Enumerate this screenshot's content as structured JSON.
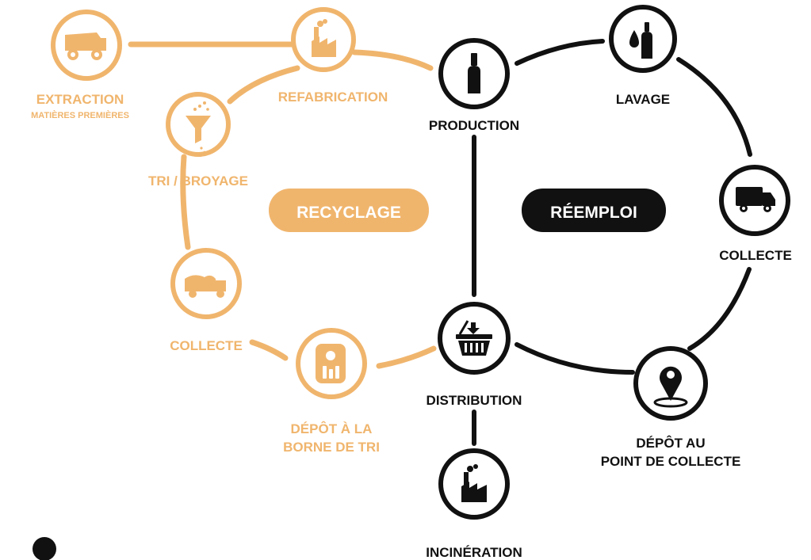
{
  "colors": {
    "recycling": "#f0b56d",
    "reuse": "#111111",
    "background": "#ffffff"
  },
  "pills": {
    "recycling": "RECYCLAGE",
    "reuse": "RÉEMPLOI"
  },
  "nodes": {
    "extraction": {
      "label": "EXTRACTION",
      "sublabel": "MATIÈRES PREMIÈRES",
      "icon": "dump-truck-icon"
    },
    "refabrication": {
      "label": "REFABRICATION",
      "icon": "factory-icon"
    },
    "tri_broyage": {
      "label": "TRI / BROYAGE",
      "icon": "funnel-icon"
    },
    "collecte_recycling": {
      "label": "COLLECTE",
      "icon": "tipper-truck-icon"
    },
    "depot_borne": {
      "line1": "DÉPÔT À LA",
      "line2": "BORNE DE TRI",
      "icon": "bottle-bank-icon"
    },
    "production": {
      "label": "PRODUCTION",
      "icon": "bottle-icon"
    },
    "lavage": {
      "label": "LAVAGE",
      "icon": "water-drop-bottle-icon"
    },
    "collecte_reuse": {
      "label": "COLLECTE",
      "icon": "delivery-truck-icon"
    },
    "depot_point": {
      "line1": "DÉPÔT AU",
      "line2": "POINT DE COLLECTE",
      "icon": "location-pin-icon"
    },
    "distribution": {
      "label": "DISTRIBUTION",
      "icon": "shopping-basket-icon"
    },
    "incineration": {
      "label": "INCINÉRATION",
      "icon": "factory-icon"
    }
  }
}
